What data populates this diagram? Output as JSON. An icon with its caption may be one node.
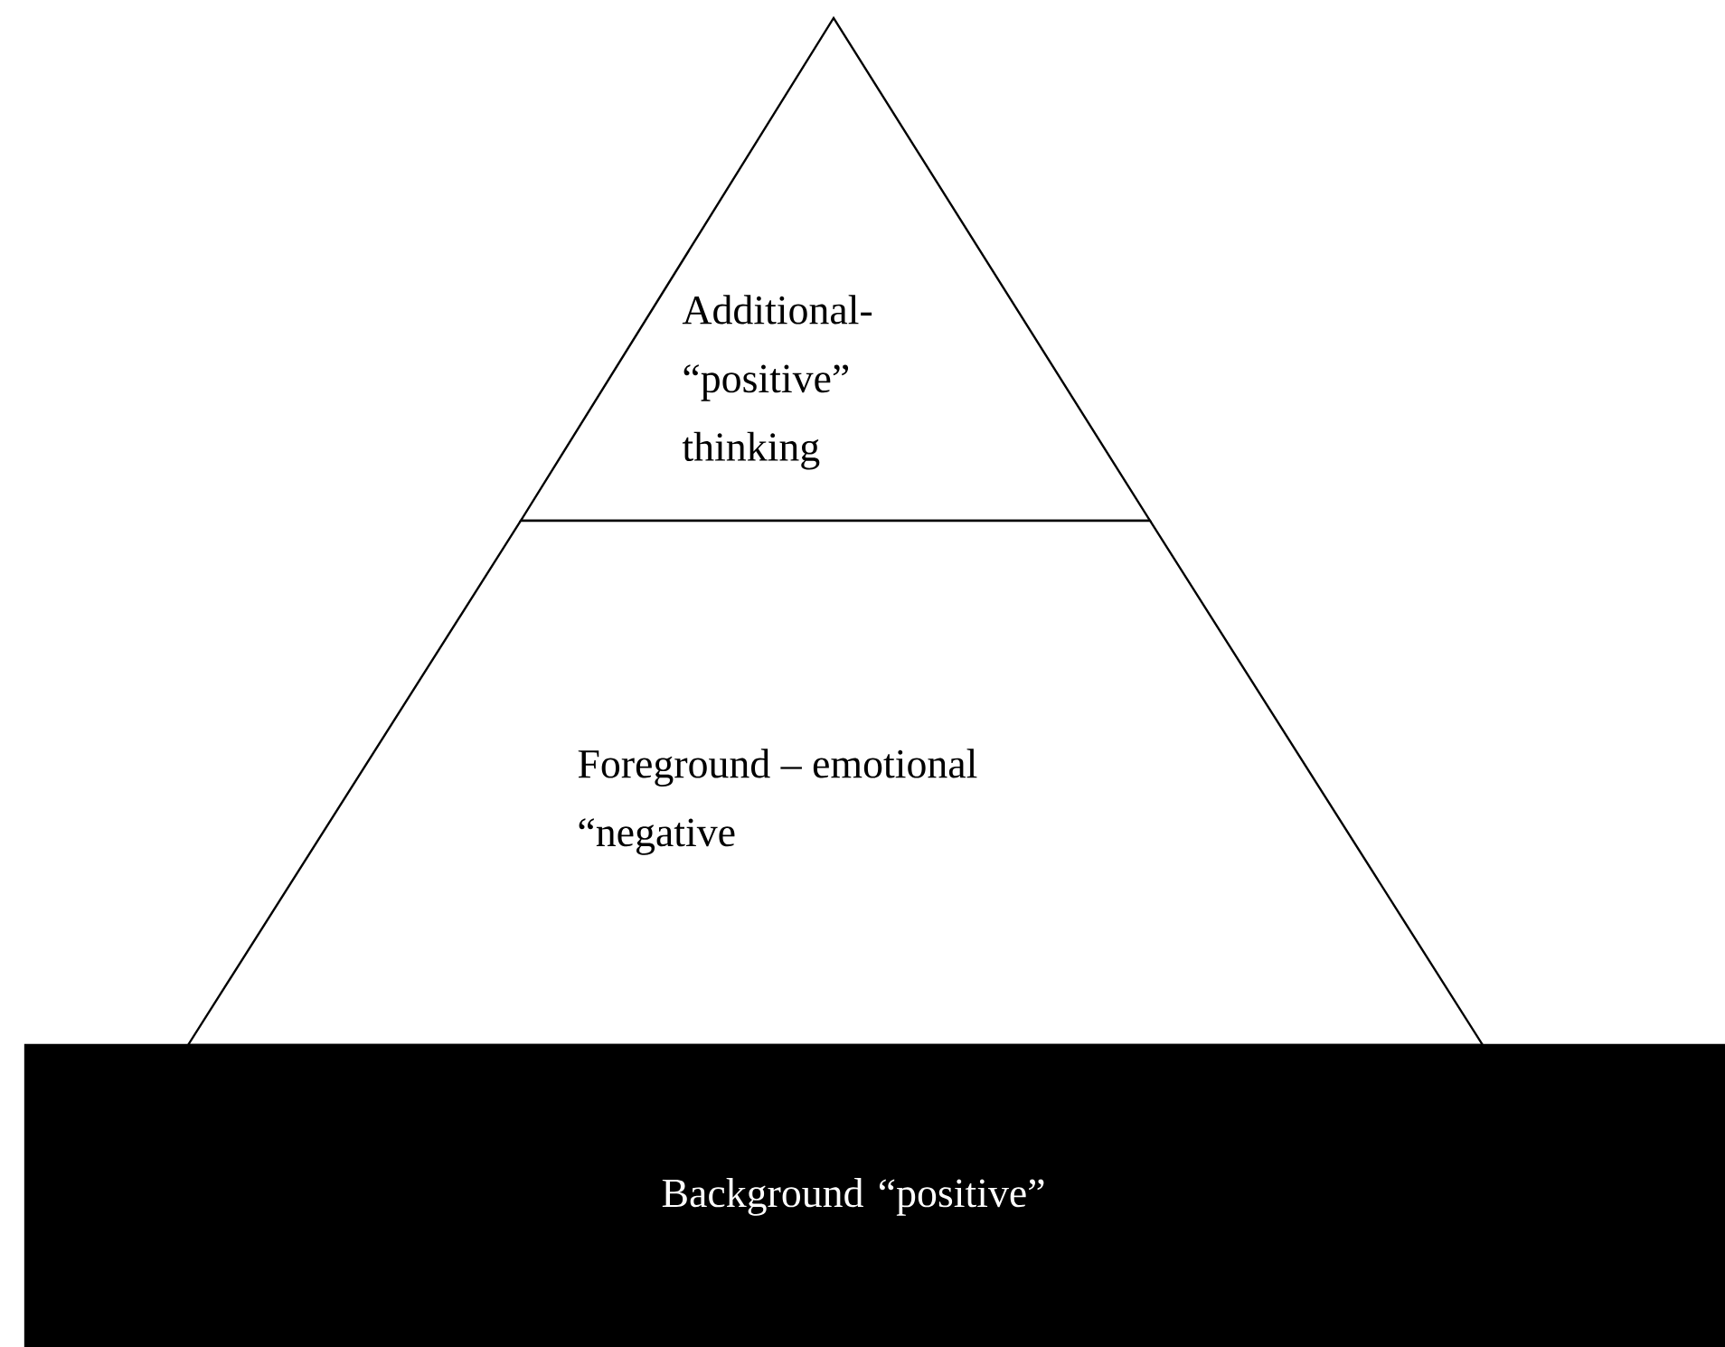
{
  "diagram": {
    "nodes": [
      {
        "text": [
          "Additional- “positive” thinking"
        ]
      },
      {
        "text": [
          "Foreground – emotional “negative"
        ]
      },
      {
        "text": [
          "Background “positive”"
        ]
      }
    ]
  }
}
